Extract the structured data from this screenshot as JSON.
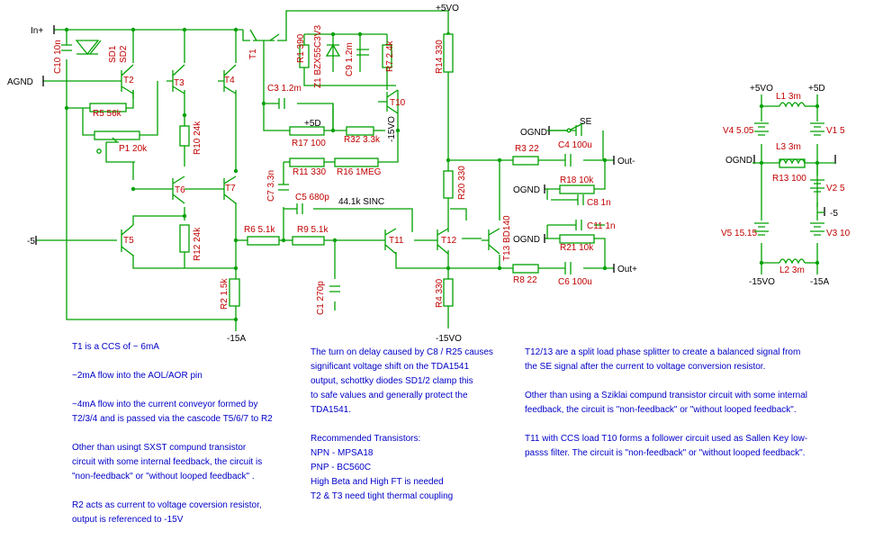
{
  "labels": {
    "in_plus": "In+",
    "agnd": "AGND",
    "minus5_in": "-5",
    "plus5vo_top": "+5VO",
    "minus15vo_bot": "-15VO",
    "minus15a_bot": "-15A",
    "plus5d_mid": "+5D",
    "minus15vo_mid": "-15VO",
    "ognd1": "OGND",
    "ognd2": "OGND",
    "ognd3": "OGND",
    "ognd4": "OGND",
    "se": "SE",
    "out_minus": "Out-",
    "out_plus": "Out+",
    "sinc": "44.1k SINC",
    "ps_plus5vo": "+5VO",
    "ps_plus5d": "+5D",
    "ps_minus15vo": "-15VO",
    "ps_minus15a": "-15A",
    "ps_minus5": "-5"
  },
  "parts": {
    "c10": "C10 10n",
    "sd1": "SD1",
    "sd2": "SD2",
    "t1": "T1",
    "t2": "T2",
    "t3": "T3",
    "t4": "T4",
    "t5": "T5",
    "t6": "T6",
    "t7": "T7",
    "t10": "T10",
    "t11": "T11",
    "t12": "T12",
    "t13": "T13 BD140",
    "r1": "R1 390",
    "z1": "Z1 BZX55C3V3",
    "c9": "C9 1.2m",
    "r7": "R7 2.4k",
    "r14": "R14 330",
    "c3": "C3 1.2m",
    "r17": "R17 100",
    "r32": "R32 3.3k",
    "r5": "R5 56k",
    "p1": "P1 20k",
    "r10": "R10 24k",
    "r12": "R12 24k",
    "r11": "R11 330",
    "r16": "R16 1MEG",
    "c7": "C7 3.3n",
    "c5": "C5 680p",
    "r6": "R6 5.1k",
    "r9": "R9 5.1k",
    "r2": "R2 1.5k",
    "c1": "C1 270p",
    "r20": "R20 330",
    "r4": "R4 330",
    "r3": "R3 22",
    "c4": "C4 100u",
    "r18": "R18 10k",
    "c8": "C8 1n",
    "c11": "C11 1n",
    "r21": "R21 10k",
    "r8": "R8 22",
    "c6": "C6 100u",
    "v4": "V4 5.05",
    "v1": "V1 5",
    "l1": "L1 3m",
    "l3": "L3 3m",
    "r13": "R13 100",
    "v2": "V2 5",
    "v5": "V5 15.15",
    "v3": "V3 10",
    "l2": "L2 3m"
  },
  "notes": {
    "col1": [
      "T1 is a CCS of ~ 6mA",
      "",
      "~2mA flow into the AOL/AOR pin",
      "",
      "~4mA flow into the current conveyor formed by",
      "T2/3/4 and is passed via the cascode T5/6/7 to R2",
      "",
      "Other than usingt SXST compund transistor",
      "circuit with some internal feedback, the circuit is",
      "\"non-feedback\" or \"without looped feedback\" .",
      "",
      "R2 acts as current to voltage coversion resistor,",
      "output is referenced to -15V"
    ],
    "col2": [
      "The turn on delay caused by C8 / R25 causes",
      "significant voltage shift on the TDA1541",
      "output, schottky diodes SD1/2 clamp this",
      "to safe values and generally protect the",
      "TDA1541.",
      "",
      "Recommended Transistors:",
      "NPN - MPSA18",
      "PNP - BC560C",
      "High Beta and High FT is needed",
      "T2 & T3 need tight thermal coupling"
    ],
    "col3": [
      "T12/13 are a split load phase splitter to create a balanced signal from",
      "the SE signal after the current to voltage conversion resistor.",
      "",
      "Other than using a Sziklai compund transistor circuit with some internal",
      "feedback, the circuit is \"non-feedback\" or \"without looped feedback\".",
      "",
      "T11 with CCS load T10 forms a follower circuit used as Sallen Key low-",
      "passs filter. The circuit is \"non-feedback\" or \"without looped feedback\"."
    ]
  }
}
